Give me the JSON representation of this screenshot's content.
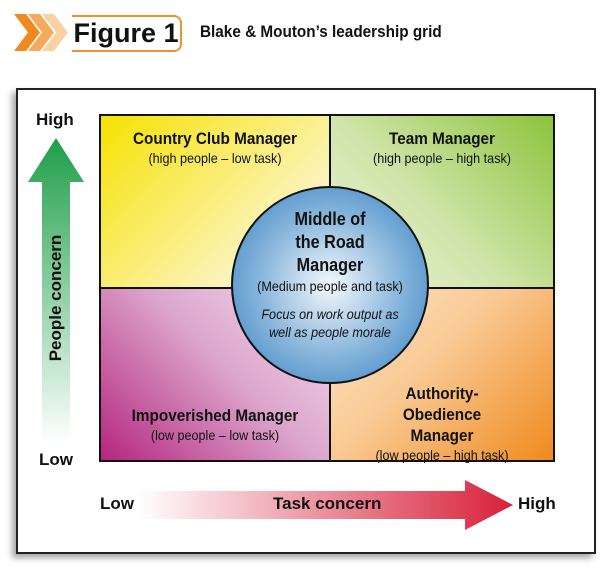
{
  "header": {
    "figure_label": "Figure 1",
    "title": "Blake & Mouton’s leadership grid"
  },
  "axes": {
    "y": {
      "label": "People concern",
      "high": "High",
      "low": "Low",
      "color": "#2aa84a"
    },
    "x": {
      "label": "Task concern",
      "low": "Low",
      "high": "High",
      "color": "#d8203a"
    }
  },
  "quadrants": [
    {
      "title": "Country Club Manager",
      "subtitle": "(high people – low task)"
    },
    {
      "title": "Team Manager",
      "subtitle": "(high people – high task)"
    },
    {
      "title": "Impoverished Manager",
      "subtitle": "(low people – low task)"
    },
    {
      "title": "Authority-Obedience Manager",
      "subtitle": "(low people – high task)"
    }
  ],
  "center": {
    "title_lines": [
      "Middle of",
      "the Road",
      "Manager"
    ],
    "subtitle": "(Medium people and task)",
    "note_lines": [
      "Focus on work output as",
      "well as people morale"
    ]
  }
}
